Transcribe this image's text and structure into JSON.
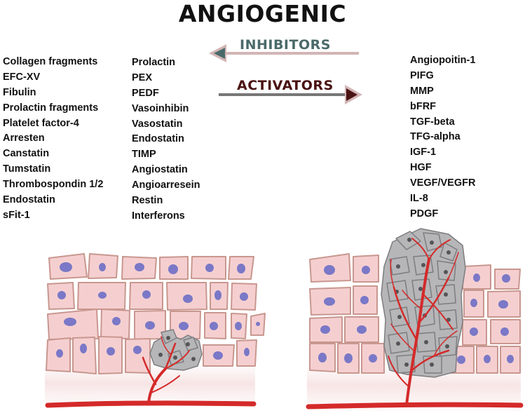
{
  "title": "ANGIOGENIC",
  "inhibitors_label": "INHIBITORS",
  "activators_label": "ACTIVATORS",
  "inhibitors_col1": [
    "Collagen fragments",
    "EFC-XV",
    "Fibulin",
    "Prolactin fragments",
    "Platelet factor-4",
    "Arresten",
    "Canstatin",
    "Tumstatin",
    "Thrombospondin 1/2",
    "Endostatin",
    "sFit-1"
  ],
  "inhibitors_col2": [
    "Prolactin",
    "PEX",
    "PEDF",
    "Vasoinhibin",
    "Vasostatin",
    "Endostatin",
    "TIMP",
    "Angiostatin",
    "Angioarresein",
    "Restin",
    "Interferons"
  ],
  "activators": [
    "Angiopoitin-1",
    "PIFG",
    "MMP",
    "bFRF",
    "TGF-beta",
    "TFG-alpha",
    "IGF-1",
    "HGF",
    "VEGF/VEGFR",
    "IL-8",
    "PDGF"
  ],
  "colors": {
    "inhibitor_arrow": "#4b6a6a",
    "activator_arrow": "#4a1212",
    "cell_fill": "#f5cfd0",
    "cell_border": "#c8978f",
    "nucleus": "#7a78c7",
    "tumor_fill": "#b6b6b8",
    "vessel": "#d42a2a"
  }
}
